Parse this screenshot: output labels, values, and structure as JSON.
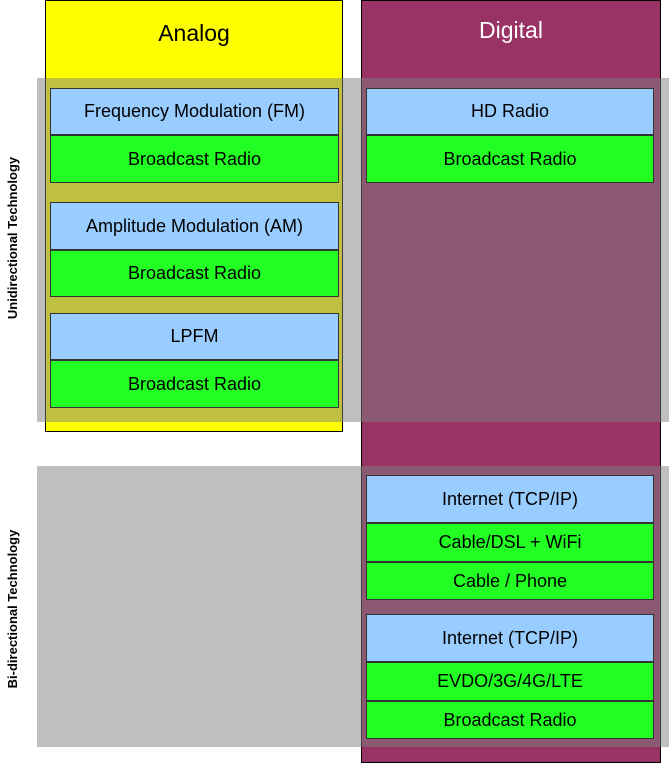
{
  "columns": {
    "analog": "Analog",
    "digital": "Digital"
  },
  "rows": {
    "unidirectional": "Unidirectional Technology",
    "bidirectional": "Bi-directional Technology"
  },
  "analog_stacks": [
    {
      "title": "Frequency Modulation (FM)",
      "items": [
        "Broadcast Radio"
      ]
    },
    {
      "title": "Amplitude Modulation (AM)",
      "items": [
        "Broadcast Radio"
      ]
    },
    {
      "title": "LPFM",
      "items": [
        "Broadcast Radio"
      ]
    }
  ],
  "digital_uni_stacks": [
    {
      "title": "HD Radio",
      "items": [
        "Broadcast Radio"
      ]
    }
  ],
  "digital_bi_stacks": [
    {
      "title": "Internet (TCP/IP)",
      "items": [
        "Cable/DSL + WiFi",
        "Cable / Phone"
      ]
    },
    {
      "title": "Internet (TCP/IP)",
      "items": [
        "EVDO/3G/4G/LTE",
        "Broadcast Radio"
      ]
    }
  ],
  "colors": {
    "analog": "#ffff00",
    "digital": "#993366",
    "band": "#808080",
    "title_box": "#99ccff",
    "item_box": "#22ff22"
  }
}
